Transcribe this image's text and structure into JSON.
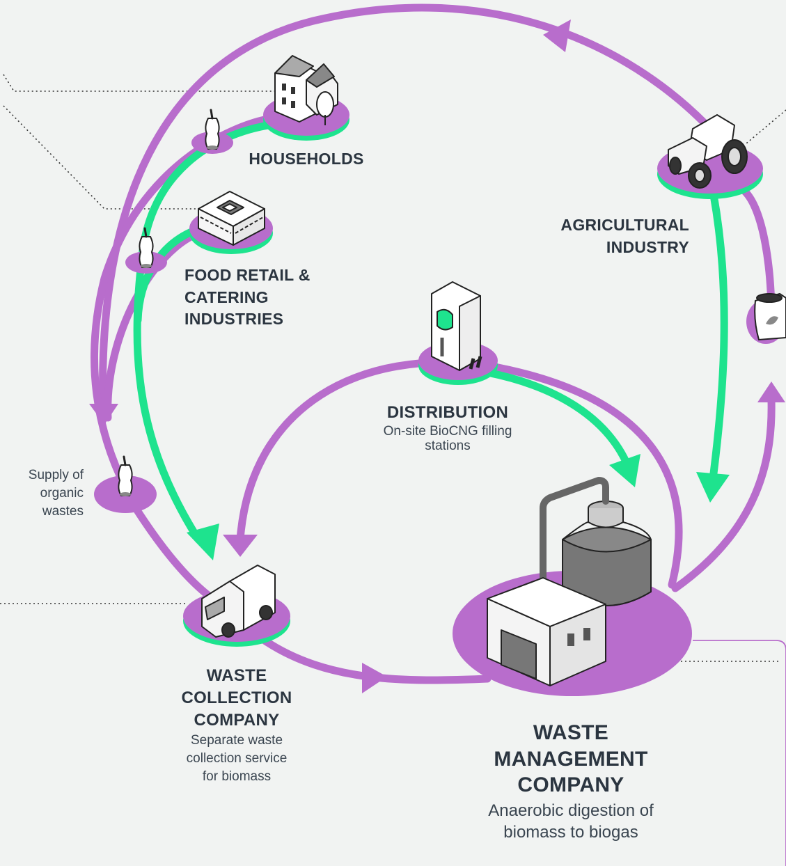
{
  "colors": {
    "flow_waste": "#b86dcc",
    "flow_energy": "#1ee38e",
    "node": "#b86dcc",
    "background": "#f1f3f2",
    "text": "#2b3540"
  },
  "nodes": {
    "households": {
      "title": "HOUSEHOLDS"
    },
    "food_retail": {
      "title": "FOOD RETAIL &\nCATERING\nINDUSTRIES"
    },
    "agricultural": {
      "title": "AGRICULTURAL\nINDUSTRY"
    },
    "distribution": {
      "title": "DISTRIBUTION",
      "subtitle": "On-site BioCNG filling\nstations"
    },
    "waste_collection": {
      "title": "WASTE\nCOLLECTION\nCOMPANY",
      "subtitle": "Separate waste\ncollection service\nfor biomass"
    },
    "waste_management": {
      "title": "WASTE\nMANAGEMENT\nCOMPANY",
      "subtitle": "Anaerobic digestion of\nbiomass to biogas"
    }
  },
  "annotations": {
    "supply": "Supply of\norganic\nwastes"
  },
  "icons": [
    "apple-core-icon",
    "house-icon",
    "shop-icon",
    "tractor-icon",
    "fertilizer-bag-icon",
    "fuel-pump-icon",
    "truck-icon",
    "biogas-plant-icon"
  ]
}
